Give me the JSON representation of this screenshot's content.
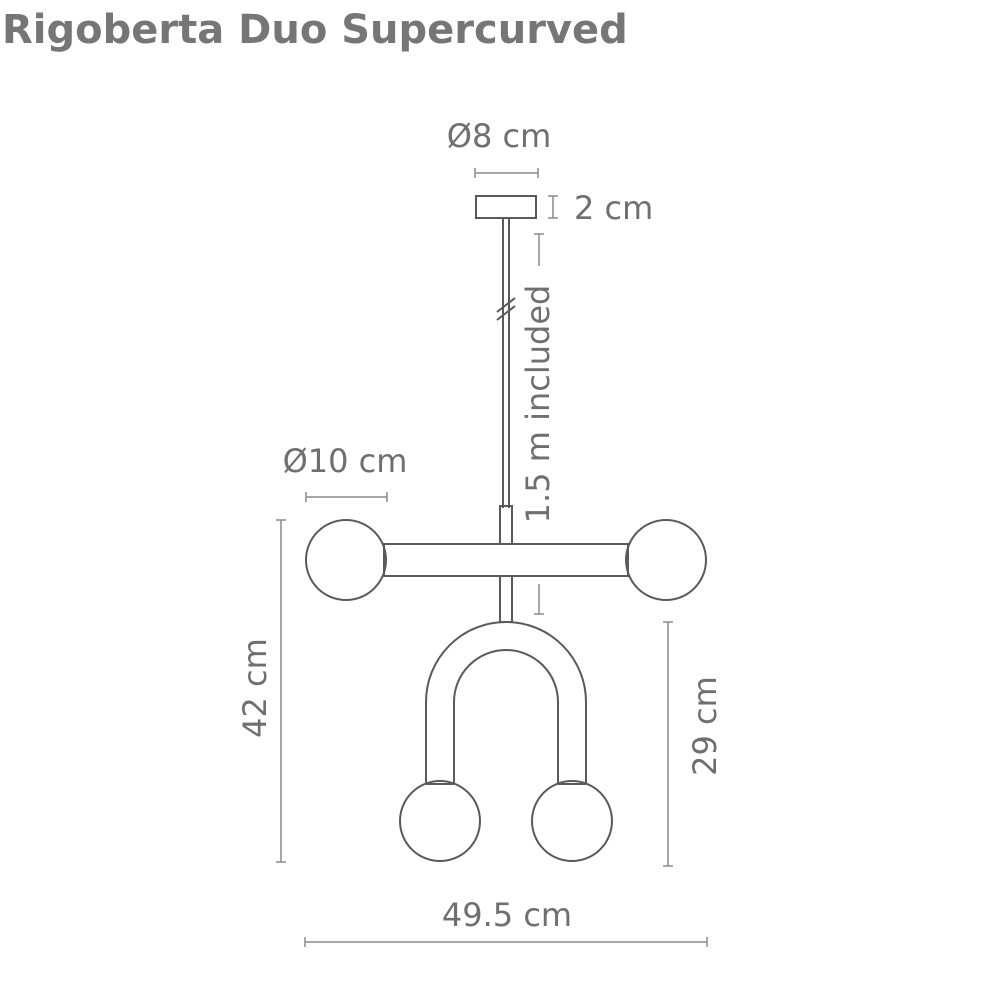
{
  "title": "Rigoberta Duo Supercurved",
  "dimensions": {
    "canopy_diameter": "Ø8 cm",
    "canopy_height": "2 cm",
    "cable_length": "1.5 m  included",
    "globe_diameter": "Ø10 cm",
    "total_height": "42 cm",
    "lower_height": "29 cm",
    "total_width": "49.5 cm"
  },
  "colors": {
    "title": "#767676",
    "label": "#6f6f6f",
    "outline": "#5a5a5a",
    "dimension_line": "#8a8a8a"
  }
}
